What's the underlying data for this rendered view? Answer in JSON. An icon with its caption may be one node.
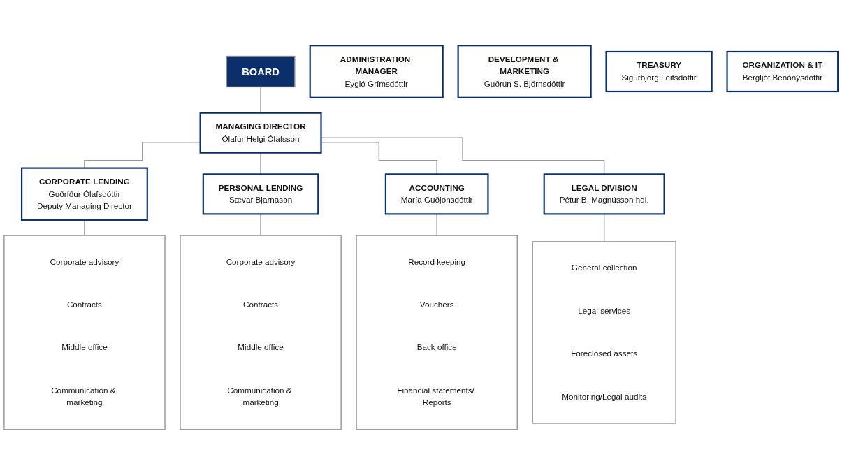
{
  "diagram": {
    "nodes": [
      {
        "text": [
          "BOARD"
        ]
      },
      {
        "text": [
          "MANAGING DIRECTOR",
          "Ólafur Helgi Ólafsson"
        ]
      },
      {
        "text": [
          "CORPORATE LENDING",
          "Guðríður Ólafsdóttir",
          "Deputy Managing Director"
        ]
      },
      {
        "text": [
          "PERSONAL LENDING",
          "Sævar Bjarnason"
        ]
      },
      {
        "text": [
          "ACCOUNTING",
          "María Guðjónsdóttir"
        ]
      },
      {
        "text": [
          "LEGAL DIVISION",
          "Pétur B. Magnússon hdl."
        ]
      },
      {
        "text": [],
        "shape": "box"
      },
      {
        "text": [
          "Corporate advisory"
        ],
        "in": 6
      },
      {
        "text": [
          "Contracts"
        ],
        "in": 6
      },
      {
        "text": [
          "Middle office"
        ],
        "in": 6
      },
      {
        "text": [
          "Communication & marketing"
        ],
        "in": 6
      },
      {
        "text": [],
        "shape": "box"
      },
      {
        "text": [
          "Corporate advisory"
        ],
        "in": 11
      },
      {
        "text": [
          "Contracts"
        ],
        "in": 11
      },
      {
        "text": [
          "Middle office"
        ],
        "in": 11
      },
      {
        "text": [
          "Communication & marketing"
        ],
        "in": 11
      },
      {
        "text": [],
        "shape": "box"
      },
      {
        "text": [
          "Record keeping"
        ],
        "in": 16
      },
      {
        "text": [
          "Vouchers"
        ],
        "in": 16
      },
      {
        "text": [
          "Back office"
        ],
        "in": 16
      },
      {
        "text": [
          "Financial statements/ Reports"
        ],
        "in": 16
      },
      {
        "text": [],
        "shape": "box"
      },
      {
        "text": [
          "General collection"
        ],
        "in": 21
      },
      {
        "text": [
          "Legal services"
        ],
        "in": 21
      },
      {
        "text": [
          "Foreclosed assets"
        ],
        "in": 21
      },
      {
        "text": [
          "Monitoring/Legal audits"
        ],
        "in": 21
      },
      {
        "text": [
          "ADMINISTRATION MANAGER",
          "Eygló Grímsdóttir"
        ]
      },
      {
        "text": [
          "DEVELOPMENT & MARKETING",
          "Guðrún S. Björnsdóttir"
        ]
      },
      {
        "text": [
          "TREASURY",
          "Sigurbjörg Leifsdóttir"
        ]
      },
      {
        "text": [
          "ORGANIZATION & IT",
          "Bergljót Benónýsdóttir"
        ]
      }
    ],
    "edges": [
      {
        "from": 0,
        "to": 1,
        "arrow": "none"
      },
      {
        "from": 1,
        "to": 2,
        "arrow": "none"
      },
      {
        "from": 1,
        "to": 3,
        "arrow": "none"
      },
      {
        "from": 1,
        "to": 4,
        "arrow": "none"
      },
      {
        "from": 1,
        "to": 5,
        "arrow": "none"
      },
      {
        "from": 2,
        "to": 6,
        "arrow": "none"
      },
      {
        "from": 3,
        "to": 11,
        "arrow": "none"
      },
      {
        "from": 4,
        "to": 16,
        "arrow": "none"
      },
      {
        "from": 5,
        "to": 21,
        "arrow": "none"
      }
    ]
  }
}
